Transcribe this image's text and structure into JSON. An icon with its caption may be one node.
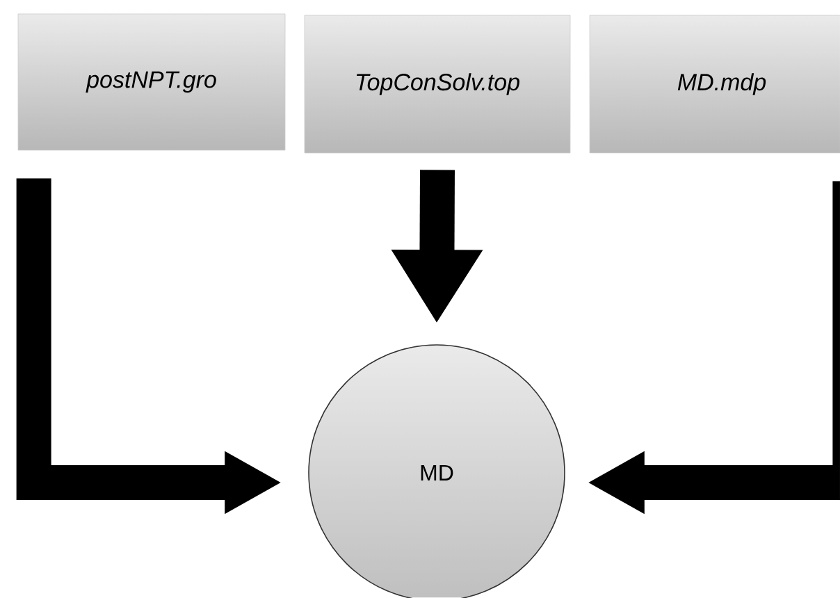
{
  "diagram": {
    "nodes": [
      {
        "text": [
          "postNPT.gro"
        ]
      },
      {
        "text": [
          "TopConSolv.top"
        ]
      },
      {
        "text": [
          "MD.mdp"
        ]
      },
      {
        "text": [
          "MD"
        ]
      }
    ],
    "edges": [
      {
        "from": 0,
        "to": 3,
        "arrow": "to"
      },
      {
        "from": 1,
        "to": 3,
        "arrow": "to"
      },
      {
        "from": 2,
        "to": 3,
        "arrow": "to"
      }
    ]
  }
}
